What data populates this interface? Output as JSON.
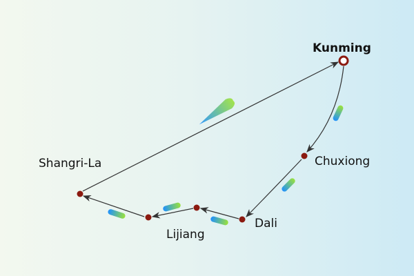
{
  "route": {
    "cities": [
      {
        "name": "Kunming",
        "start": true
      },
      {
        "name": "Chuxiong"
      },
      {
        "name": "Dali"
      },
      {
        "name": ""
      },
      {
        "name": "Lijiang"
      },
      {
        "name": "Shangri-La"
      }
    ],
    "legs": [
      {
        "from": "Kunming",
        "to": "Chuxiong",
        "mode": "train-icon"
      },
      {
        "from": "Chuxiong",
        "to": "Dali",
        "mode": "train-icon"
      },
      {
        "from": "Dali",
        "to": "",
        "mode": "car-icon"
      },
      {
        "from": "",
        "to": "Lijiang",
        "mode": "car-icon"
      },
      {
        "from": "Lijiang",
        "to": "Shangri-La",
        "mode": "car-icon"
      },
      {
        "from": "Shangri-La",
        "to": "Kunming",
        "mode": "plane-icon"
      }
    ]
  },
  "colors": {
    "node": "#8b1a10",
    "line": "#333333",
    "icon_start": "#1e90ff",
    "icon_end": "#9be23a"
  }
}
